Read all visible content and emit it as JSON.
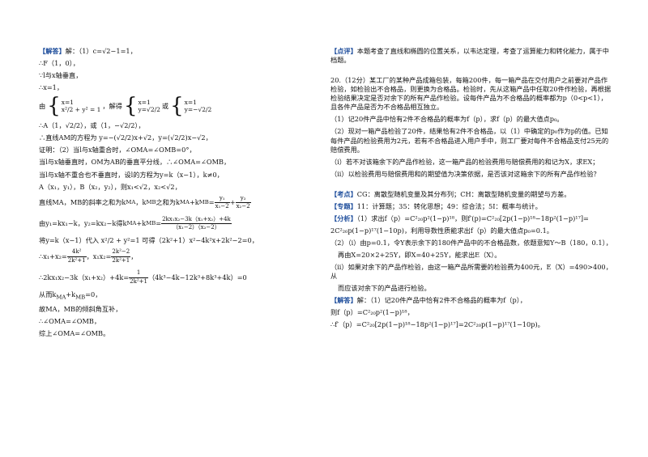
{
  "left": {
    "l1_tag": "【解答】",
    "l1_text": "解：（1）c=√2−1=1，",
    "l2": "∴F（1，0），",
    "l3": "∵l与x轴垂直，",
    "l4": "∴x=1，",
    "sys_lead": "由",
    "sys1_a": "x=1",
    "sys1_b": "x²/2 + y² = 1",
    "sys_mid": "，解得",
    "sys2_a": "x=1",
    "sys2_b": "y=√2/2",
    "sys_or": "或",
    "sys3_a": "x=1",
    "sys3_b": "y=−√2/2",
    "l6": "∴A（1，√2/2），或（1，−√2/2），",
    "l7": "∴直线AM的方程为 y=−(√2/2)x+√2，y=(√2/2)x−√2，",
    "l8": "证明：（2）当l与x轴重合时，∠OMA=∠OMB=0°，",
    "l9": "当l与x轴垂直时，OM为AB的垂直平分线，∴∠OMA=∠OMB，",
    "l10": "当l与x轴不重合也不垂直时，设l的方程为y=k（x−1），k≠0，",
    "l11": "A（x₁，y₁），B（x₂，y₂），则x₁<√2，x₂<√2，",
    "l12_a": "直线MA，MB的斜率之和为k",
    "l12_b": "MA",
    "l12_c": "，k",
    "l12_d": "MB",
    "l12_e": "之和为k",
    "l12_f": "MA",
    "l12_g": "+k",
    "l12_h": "MB",
    "l12_i": "=",
    "l12_num1": "y₁",
    "l12_den1": "x₁−2",
    "l12_plus": "+",
    "l12_num2": "y₂",
    "l12_den2": "x₂−2",
    "l13_a": "由y₁=kx₁−k，y₂=kx₂−k得k",
    "l13_b": "MA",
    "l13_c": "+k",
    "l13_d": "MB",
    "l13_e": "=",
    "l13_num": "2kx₁x₂−3k（x₁+x₂）+4k",
    "l13_den": "（x₁−2）（x₂−2）",
    "l14": "将y=k（x−1）代入 x²/2 + y²=1 可得（2k²+1）x²−4k²x+2k²−2=0，",
    "l15_a": "∴x₁+x₂=",
    "l15_num1": "4k²",
    "l15_den1": "2k²+1",
    "l15_b": "，x₁x₂=",
    "l15_num2": "2k²−2",
    "l15_den2": "2k²+1",
    "l15_c": "，",
    "l16_a": "∴2kx₁x₂−3k（x₁+x₂）+4k=",
    "l16_num": "1",
    "l16_den": "2k²+1",
    "l16_b": "（4k³−4k−12k³+8k³+4k）=0",
    "l17": "从而k",
    "l17_sub1": "MA",
    "l17_b": "+k",
    "l17_sub2": "MB",
    "l17_c": "=0，",
    "l18": "故MA，MB的倾斜角互补，",
    "l19": "∴∠OMA=∠OMB，",
    "l20": "综上∠OMA=∠OMB。"
  },
  "right": {
    "r1_tag": "【点评】",
    "r1_text": "本题考查了直线和椭圆的位置关系，以韦达定理，考查了运算能力和转化能力，属于中档题。",
    "q_head": "20.（12分）某工厂的某种产品成箱包装，每箱200件，每一箱产品在交付用户之前要对产品作检验，如检验出不合格品，则更换为合格品。检验时，先从这箱产品中任取20件作检验，再根据检验结果决定是否对余下的所有产品作检验。设每件产品为不合格品的概率都为p（0<p<1），且各件产品是否为不合格品相互独立。",
    "q1": "（1）记20件产品中恰有2件不合格品的概率为f（p），求f（p）的最大值点p₀。",
    "q2": "（2）现对一箱产品检验了20件，结果恰有2件不合格品，以（1）中确定的p₀作为p的值。已知每件产品的检验费用为2元，若有不合格品进入用户手中，则工厂要对每件不合格品支付25元的赔偿费用。",
    "q2i": "（i）若不对该箱余下的产品作检验，这一箱产品的检验费用与赔偿费用的和记为X，求EX；",
    "q2ii": "（ii）以检验费用与赔偿费用和的期望值为决策依据，是否该对这箱余下的所有产品作检验？",
    "kd_tag": "【考点】",
    "kd_text": "CG：离散型随机变量及其分布列；CH：离散型随机变量的期望与方差。",
    "zt_tag": "【专题】",
    "zt_text": "11：计算题；35：转化思想；49：综合法；5I：概率与统计。",
    "fx_tag": "【分析】",
    "fx_text": "（1）求出f（p）=C²₂₀p²(1−p)¹⁸，则f′(p)=C²₂₀[2p(1−p)¹⁸−18p²(1−p)¹⁷]=",
    "fx_cont": "2C²₂₀p(1−p)¹⁷(1−10p)，利用导数性质能求出f（p）的最大值点p₀=0.1。",
    "fx2": "（2）（i）由p=0.1，令Y表示余下的180件产品中的不合格品数，依题意知Y～B（180，0.1），",
    "fx3": "再由X=20×2+25Y，即X=40+25Y，能求出E（X）。",
    "fx4": "（ii）如果对余下的产品作检验，由这一箱产品所需要的检验费为400元，E（X）=490>400，从",
    "fx5": "而应该对余下的产品进行检验。",
    "jd_tag": "【解答】",
    "jd_text": "解：（1）记20件产品中恰有2件不合格品的概率为f（p），",
    "jd2": "则f（p）=C²₂₀p²(1−p)¹⁸，",
    "jd3": "∴f′（p）=C²₂₀[2p(1−p)¹⁸−18p²(1−p)¹⁷]=2C²₂₀p(1−p)¹⁷(1−10p)。"
  },
  "colors": {
    "tag": "#1f4e9c",
    "text": "#111111"
  }
}
